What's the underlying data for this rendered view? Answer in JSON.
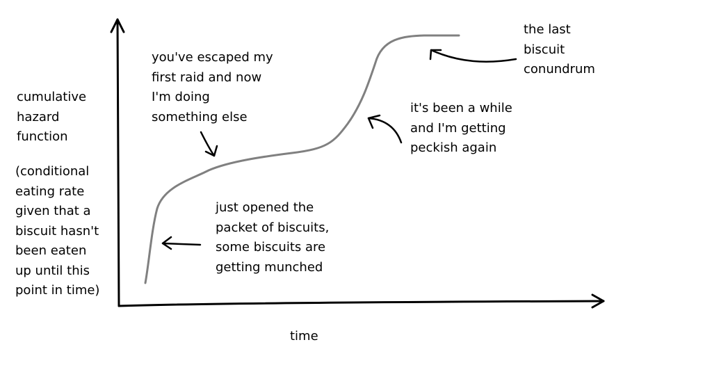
{
  "colors": {
    "axis": "#000000",
    "curve": "#808080",
    "text": "#000000",
    "background": "#ffffff"
  },
  "axes": {
    "y_label_lines": [
      "cumulative",
      "hazard",
      "function"
    ],
    "y_note_lines": [
      "(conditional",
      "eating rate",
      "given that a",
      "biscuit hasn't",
      "been eaten",
      "up until this",
      "point in time)"
    ],
    "x_label": "time"
  },
  "annotations": [
    {
      "id": "escaped-raid",
      "lines": [
        "you've escaped my",
        "first raid and now",
        "I'm doing",
        "something else"
      ]
    },
    {
      "id": "opened-packet",
      "lines": [
        "just opened the",
        "packet of biscuits,",
        "some biscuits are",
        "getting munched"
      ]
    },
    {
      "id": "peckish-again",
      "lines": [
        "it's been a while",
        "and I'm getting",
        "peckish again"
      ]
    },
    {
      "id": "last-biscuit",
      "lines": [
        "the last",
        "biscuit",
        "conundrum"
      ]
    }
  ],
  "chart_data": {
    "type": "line",
    "title": "",
    "xlabel": "time",
    "ylabel": "cumulative hazard function",
    "series": [
      {
        "name": "cumulative hazard",
        "description": "qualitative sketch: steep rise, gradual plateau, second rise, final plateau"
      }
    ]
  }
}
